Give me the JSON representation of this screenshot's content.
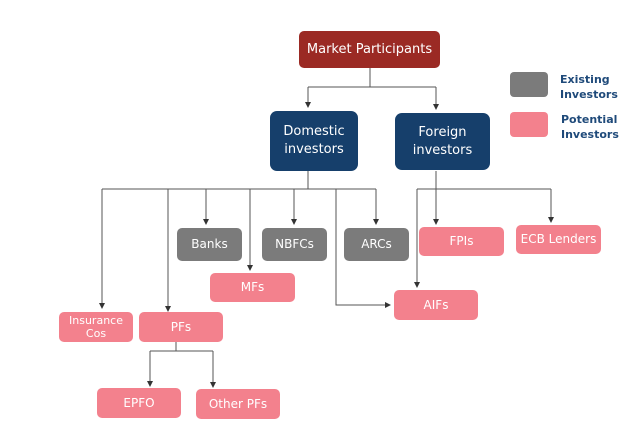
{
  "diagram": {
    "root": {
      "label": "Market Participants"
    },
    "groups": {
      "domestic": {
        "label": "Domestic investors"
      },
      "foreign": {
        "label": "Foreign investors"
      }
    },
    "nodes": {
      "banks": {
        "label": "Banks",
        "status": "existing"
      },
      "nbfcs": {
        "label": "NBFCs",
        "status": "existing"
      },
      "arcs": {
        "label": "ARCs",
        "status": "existing"
      },
      "mfs": {
        "label": "MFs",
        "status": "potential"
      },
      "insurance": {
        "label": "Insurance Cos",
        "status": "potential"
      },
      "pfs": {
        "label": "PFs",
        "status": "potential"
      },
      "epfo": {
        "label": "EPFO",
        "status": "potential"
      },
      "other_pfs": {
        "label": "Other PFs",
        "status": "potential"
      },
      "fpis": {
        "label": "FPIs",
        "status": "potential"
      },
      "ecb": {
        "label": "ECB Lenders",
        "status": "potential"
      },
      "aifs": {
        "label": "AIFs",
        "status": "potential"
      }
    },
    "edges": [
      [
        "root",
        "domestic"
      ],
      [
        "root",
        "foreign"
      ],
      [
        "domestic",
        "insurance"
      ],
      [
        "domestic",
        "pfs"
      ],
      [
        "domestic",
        "banks"
      ],
      [
        "domestic",
        "mfs"
      ],
      [
        "domestic",
        "nbfcs"
      ],
      [
        "domestic",
        "aifs"
      ],
      [
        "domestic",
        "arcs"
      ],
      [
        "foreign",
        "fpis"
      ],
      [
        "foreign",
        "ecb"
      ],
      [
        "foreign",
        "aifs"
      ],
      [
        "pfs",
        "epfo"
      ],
      [
        "pfs",
        "other_pfs"
      ]
    ]
  },
  "legend": {
    "existing": {
      "label": "Existing Investors",
      "color": "#7b7b7b"
    },
    "potential": {
      "label": "Potential Investors",
      "color": "#f3818d"
    }
  },
  "colors": {
    "root": "#9b2a24",
    "group": "#163f6b",
    "existing": "#7b7b7b",
    "potential": "#f3818d",
    "connector": "#555555",
    "legend_text": "#1f4a7a"
  }
}
